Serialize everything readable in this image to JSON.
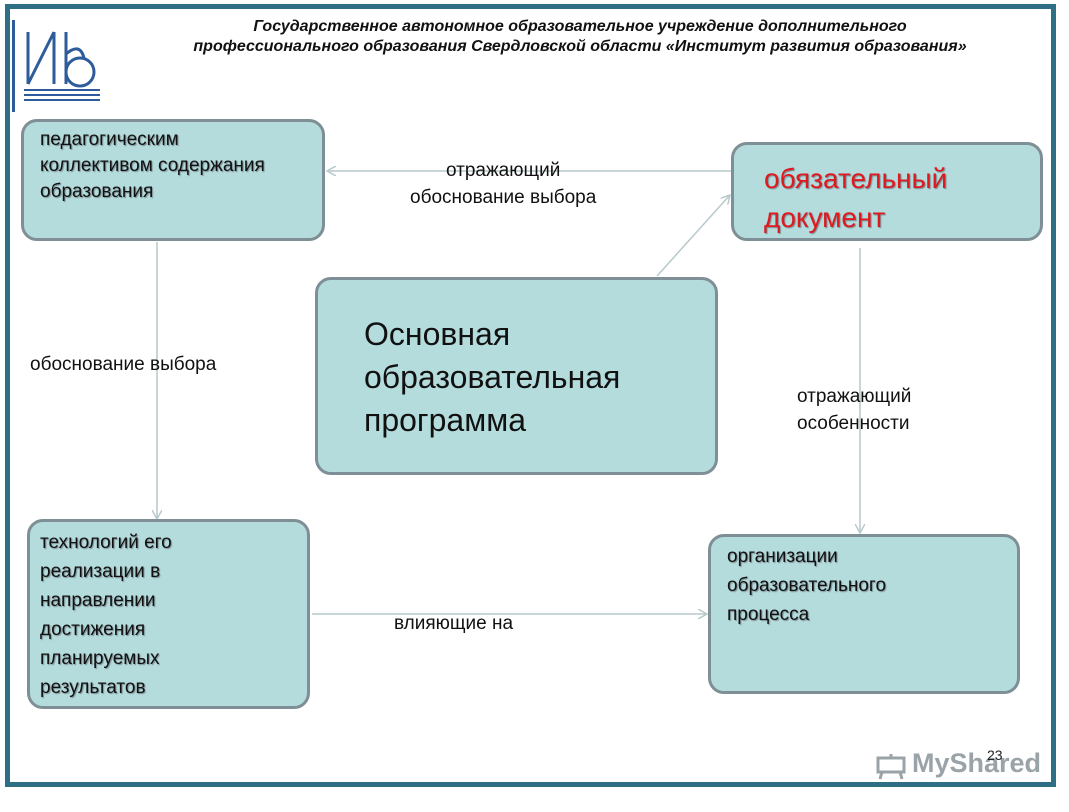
{
  "header": {
    "line1": "Государственное автономное образовательное учреждение дополнительного",
    "line2": "профессионального образования Свердловской области «Институт развития образования»"
  },
  "boxes": {
    "pedagogical": "педагогическим\nколлективом содержания\nобразования",
    "mandatory": "обязательный\nдокумент",
    "main": "Основная\nобразовательная\nпрограмма",
    "technologies": "технологий его\nреализации в\nнаправлении\nдостижения\nпланируемых\nрезультатов",
    "organization": "организации\nобразовательного\nпроцесса"
  },
  "labels": {
    "top": "отражающий\nобоснование выбора",
    "left": "обоснование выбора",
    "right": "отражающий\nособенности",
    "bottom": "влияющие на"
  },
  "footer": {
    "slide_number": "23",
    "watermark": "MyShared"
  },
  "colors": {
    "box_fill": "#b4dcdd",
    "frame": "#2e6f86",
    "accent_red": "#e0191f"
  }
}
